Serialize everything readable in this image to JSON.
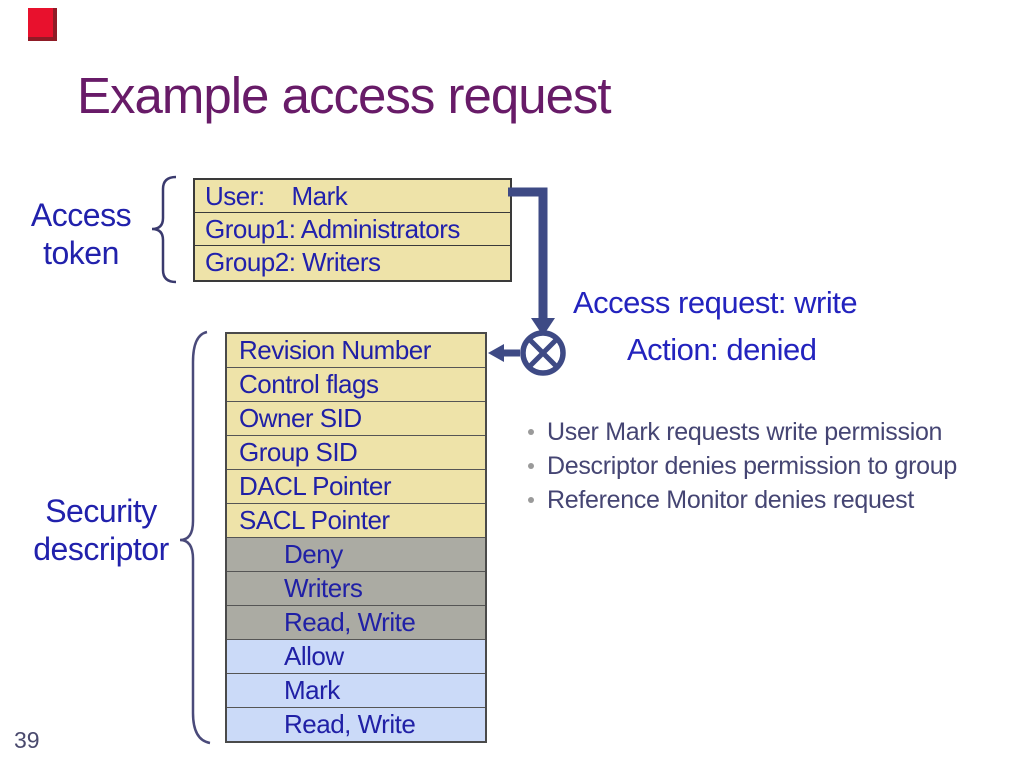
{
  "slide": {
    "title": "Example access request",
    "page_number": "39"
  },
  "access_token": {
    "label_line1": "Access",
    "label_line2": "token",
    "rows": [
      "User:    Mark",
      "Group1: Administrators",
      "Group2: Writers"
    ]
  },
  "security_descriptor": {
    "label_line1": "Security",
    "label_line2": "descriptor",
    "header_rows": [
      "Revision Number",
      "Control flags",
      "Owner SID",
      "Group SID",
      "DACL Pointer",
      "SACL Pointer"
    ],
    "deny_rows": [
      "Deny",
      "Writers",
      "Read, Write"
    ],
    "allow_rows": [
      "Allow",
      "Mark",
      "Read, Write"
    ]
  },
  "annotations": {
    "access_request": "Access request: write",
    "action": "Action: denied"
  },
  "bullets": [
    "User Mark requests write permission",
    "Descriptor denies permission to group",
    "Reference Monitor denies request"
  ],
  "icons": {
    "denied_symbol": "circled-times-icon",
    "flow_arrow": "elbow-arrow-down-icon",
    "monitor_arrow": "arrow-left-icon",
    "token_brace": "curly-brace-icon",
    "descriptor_brace": "curly-brace-icon"
  },
  "colors": {
    "title": "#681b68",
    "label_blue": "#2121ac",
    "annotation_blue": "#2323be",
    "arrow_slate": "#3e4a85",
    "row_yellow": "#eee3a9",
    "row_gray": "#ababa3",
    "row_blue": "#cbdaf8",
    "bullet_text": "#454573",
    "accent_red": "#e8112d"
  }
}
